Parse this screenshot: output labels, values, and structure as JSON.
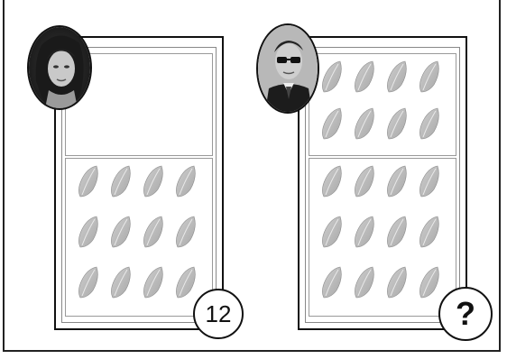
{
  "left_card": {
    "count_label": "12",
    "top_panel_leaves": 0,
    "bottom_panel_leaves": 12
  },
  "right_card": {
    "count_label": "?",
    "top_panel_leaves": 8,
    "bottom_panel_leaves": 12
  },
  "icons": {
    "woman_avatar": "woman-portrait-icon",
    "man_avatar": "man-with-sunglasses-portrait-icon",
    "leaf": "grey-leaf-icon"
  },
  "colors": {
    "leaf": "#a8a8a8",
    "border": "#111111"
  }
}
